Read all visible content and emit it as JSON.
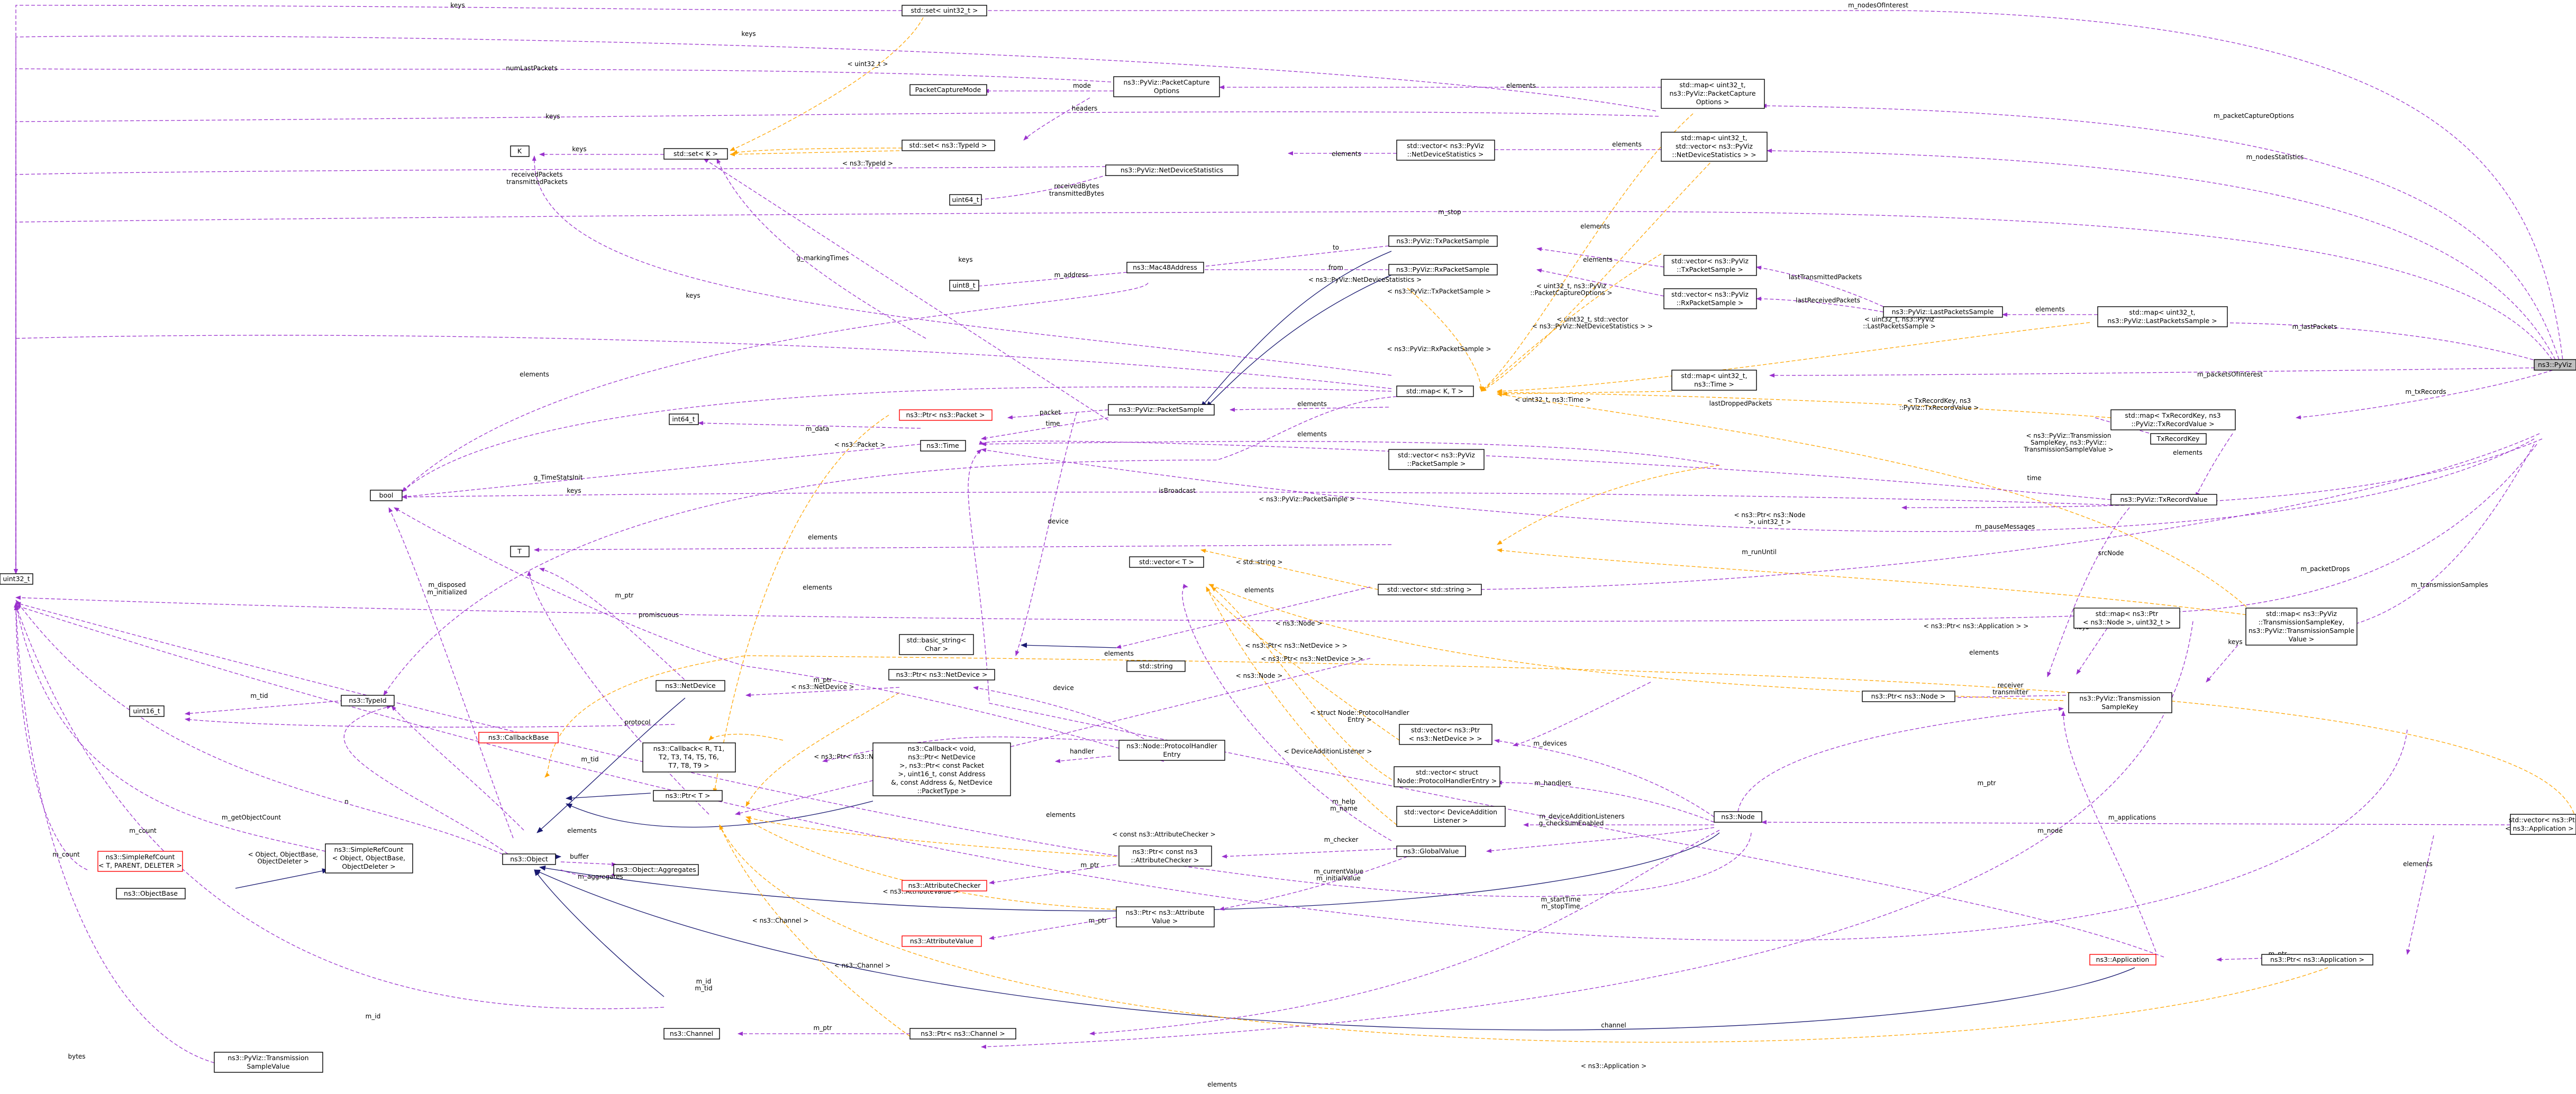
{
  "diagram": {
    "nodes": {
      "uint32": "uint32_t",
      "bool": "bool",
      "uint16": "uint16_t",
      "uint64": "uint64_t",
      "int64": "int64_t",
      "uint8": "uint8_t",
      "K": "K",
      "T": "T",
      "setK": "std::set< K >",
      "setUint32": "std::set< uint32_t >",
      "setTypeId": "std::set< ns3::TypeId >",
      "pcapMode": "PacketCaptureMode",
      "pcapOptions": [
        "ns3::PyViz::PacketCapture",
        "Options"
      ],
      "netDevStats": "ns3::PyViz::NetDeviceStatistics",
      "vecNetDevStats": [
        "std::vector< ns3::PyViz",
        "::NetDeviceStatistics >"
      ],
      "mapPcap": [
        "std::map< uint32_t,",
        "ns3::PyViz::PacketCapture",
        "Options >"
      ],
      "mapNetDevStats": [
        "std::map< uint32_t,",
        "std::vector< ns3::PyViz",
        "::NetDeviceStatistics > >"
      ],
      "mac48": "ns3::Mac48Address",
      "txSample": "ns3::PyViz::TxPacketSample",
      "rxSample": "ns3::PyViz::RxPacketSample",
      "vecTx": [
        "std::vector< ns3::PyViz",
        "::TxPacketSample >"
      ],
      "vecRx": [
        "std::vector< ns3::PyViz",
        "::RxPacketSample >"
      ],
      "lastPackets": "ns3::PyViz::LastPacketsSample",
      "mapLastPackets": [
        "std::map< uint32_t,",
        "ns3::PyViz::LastPacketsSample >"
      ],
      "mapKT": "std::map< K, T >",
      "mapUint32Time": [
        "std::map< uint32_t,",
        "ns3::Time >"
      ],
      "ptrPacket": "ns3::Ptr< ns3::Packet >",
      "packetSample": "ns3::PyViz::PacketSample",
      "time": "ns3::Time",
      "vecPacketSample": [
        "std::vector< ns3::PyViz",
        "::PacketSample >"
      ],
      "vecT": "std::vector< T >",
      "vecString": "std::vector< std::string >",
      "basicString": [
        "std::basic_string<",
        "Char >"
      ],
      "string": "std::string",
      "ptrNetDevice": "ns3::Ptr< ns3::NetDevice >",
      "netDevice": "ns3::NetDevice",
      "typeId": "ns3::TypeId",
      "callbackBase": "ns3::CallbackBase",
      "callback9": [
        "ns3::Callback< R, T1,",
        "T2, T3, T4, T5, T6,",
        "T7, T8, T9 >"
      ],
      "callbackLong": [
        "ns3::Callback< void,",
        "ns3::Ptr< NetDevice",
        ">, ns3::Ptr< const Packet",
        ">, uint16_t, const Address",
        "&, const Address &, NetDevice",
        "::PacketType >"
      ],
      "ptrT": "ns3::Ptr< T >",
      "protoHandlerEntry": [
        "ns3::Node::ProtocolHandler",
        "Entry"
      ],
      "vecPtrNetDevice": [
        "std::vector< ns3::Ptr",
        "< ns3::NetDevice > >"
      ],
      "vecProtoHandler": [
        "std::vector< struct",
        "Node::ProtocolHandlerEntry >"
      ],
      "vecDevAddListener": [
        "std::vector< DeviceAddition",
        "Listener >"
      ],
      "node": "ns3::Node",
      "globalValue": "ns3::GlobalValue",
      "ptrAttrChecker": [
        "ns3::Ptr< const ns3",
        "::AttributeChecker >"
      ],
      "attrChecker": "ns3::AttributeChecker",
      "ptrAttrValue": [
        "ns3::Ptr< ns3::Attribute",
        "Value >"
      ],
      "attrValue": "ns3::AttributeValue",
      "object": "ns3::Object",
      "aggregates": "ns3::Object::Aggregates",
      "simpleRefCount": [
        "ns3::SimpleRefCount",
        "< T, PARENT, DELETER >"
      ],
      "simpleRefCountObj": [
        "ns3::SimpleRefCount",
        "< Object, ObjectBase,",
        "ObjectDeleter >"
      ],
      "objectBase": "ns3::ObjectBase",
      "channel": "ns3::Channel",
      "ptrChannel": "ns3::Ptr< ns3::Channel >",
      "txSampleValue": [
        "ns3::PyViz::Transmission",
        "SampleValue"
      ],
      "pyviz": "ns3::PyViz",
      "mapTxRecord": [
        "std::map< TxRecordKey, ns3",
        "::PyViz::TxRecordValue >"
      ],
      "txRecordKey": "TxRecordKey",
      "txRecordValue": "ns3::PyViz::TxRecordValue",
      "mapPtrNodeUint": [
        "std::map< ns3::Ptr",
        "< ns3::Node >, uint32_t >"
      ],
      "ptrNode": "ns3::Ptr< ns3::Node >",
      "txSampleKey": [
        "ns3::PyViz::Transmission",
        "SampleKey"
      ],
      "mapTxSample": [
        "std::map< ns3::PyViz",
        "::TransmissionSampleKey,",
        "ns3::PyViz::TransmissionSample",
        "Value >"
      ],
      "vecPtrApp": [
        "std::vector< ns3::Ptr",
        "< ns3::Application > >"
      ],
      "application": "ns3::Application",
      "ptrApp": "ns3::Ptr< ns3::Application >"
    },
    "edge_labels": {
      "keys": "keys",
      "m_nodesOfInterest": "m_nodesOfInterest",
      "uint32_tmpl": "< uint32_t >",
      "numLastPackets": "numLastPackets",
      "mode": "mode",
      "elements": "elements",
      "headers": "headers",
      "m_packetCaptureOptions": "m_packetCaptureOptions",
      "typeid_tmpl": "< ns3::TypeId >",
      "m_nodesStatistics": "m_nodesStatistics",
      "recvTrans": [
        "receivedPackets",
        "transmittedPackets"
      ],
      "recvTransBytes": [
        "receivedBytes",
        "transmittedBytes"
      ],
      "m_stop": "m_stop",
      "g_markingTimes": "g_markingTimes",
      "to": "to",
      "from": "from",
      "m_address": "m_address",
      "lastTransmittedPackets": "lastTransmittedPackets",
      "lastReceivedPackets": "lastReceivedPackets",
      "m_lastPackets": "m_lastPackets",
      "tmpl_netdevstats": "< ns3::PyViz::NetDeviceStatistics >",
      "tmpl_txsample": "< ns3::PyViz::TxPacketSample >",
      "tmpl_pcapoptions": [
        "< uint32_t, ns3::PyViz",
        "::PacketCaptureOptions >"
      ],
      "tmpl_vecnetdevstats": [
        "< uint32_t, std::vector",
        "< ns3::PyViz::NetDeviceStatistics > >"
      ],
      "tmpl_rxsample": "< ns3::PyViz::RxPacketSample >",
      "tmpl_lastpackets": [
        "< uint32_t, ns3::PyViz",
        "::LastPacketsSample >"
      ],
      "m_packetsOfInterest": "m_packetsOfInterest",
      "tmpl_uint32time": "< uint32_t, ns3::Time >",
      "lastDroppedPackets": "lastDroppedPackets",
      "tmpl_txrecord": [
        "< TxRecordKey, ns3",
        "::PyViz::TxRecordValue >"
      ],
      "m_txRecords": "m_txRecords",
      "packet": "packet",
      "time": "time",
      "m_data": "m_data",
      "tmpl_ptrpacket": "< ns3::Packet >",
      "g_TimeStatsInit": "g_TimeStatsInit",
      "tmpl_transmission": [
        "< ns3::PyViz::Transmission",
        "SampleKey, ns3::PyViz::",
        "TransmissionSampleValue >"
      ],
      "tmpl_packetsample": "< ns3::PyViz::PacketSample >",
      "isBroadcast": "isBroadcast",
      "tmpl_ptrnodeuint": [
        "< ns3::Ptr< ns3::Node",
        ">, uint32_t >"
      ],
      "m_pauseMessages": "m_pauseMessages",
      "m_runUntil": "m_runUntil",
      "device": "device",
      "tmpl_string": "< std::string >",
      "srcNode": "srcNode",
      "m_packetDrops": "m_packetDrops",
      "m_transmissionSamples": "m_transmissionSamples",
      "m_disposed": [
        "m_disposed",
        "m_initialized"
      ],
      "m_tid": "m_tid",
      "promiscuous": "promiscuous",
      "m_ptr": "m_ptr",
      "tmpl_netdevice": "< ns3::NetDevice >",
      "tmpl_node": "< ns3::Node >",
      "tmpl_app": "< ns3::Ptr< ns3::Application > >",
      "tmpl_ptrnetdevice": "< ns3::Ptr< ns3::NetDevice > >",
      "protocol": "protocol",
      "handler": "handler",
      "tmpl_protohandler": [
        "< struct Node::ProtocolHandler",
        "Entry >"
      ],
      "m_devices": "m_devices",
      "receiverTransmitter": [
        "receiver",
        "transmitter"
      ],
      "m_help": [
        "m_help",
        "m_name"
      ],
      "tmpl_devaddlistener": "< DeviceAdditionListener >",
      "m_handlers": "m_handlers",
      "m_deviceAdditionListeners": "m_deviceAdditionListeners",
      "g_checksumEnabled": "g_checksumEnabled",
      "m_applications": "m_applications",
      "m_getObjectCount": "m_getObjectCount",
      "m_count": "m_count",
      "n": "n",
      "tmpl_objectbase": [
        "< Object, ObjectBase,",
        "ObjectDeleter >"
      ],
      "buffer": "buffer",
      "m_aggregates": "m_aggregates",
      "m_checker": "m_checker",
      "tmpl_attrchecker": "< const ns3::AttributeChecker >",
      "m_currentValue": [
        "m_currentValue",
        "m_initialValue"
      ],
      "tmpl_attrvalue": "< ns3::AttributeValue >",
      "m_startTime": [
        "m_startTime",
        "m_stopTime"
      ],
      "m_node": "m_node",
      "tmpl_channel": "< ns3::Channel >",
      "m_id": [
        "m_id",
        "m_tid"
      ],
      "channel": "channel",
      "bytes": "bytes",
      "tmpl_application": "< ns3::Application >"
    }
  }
}
